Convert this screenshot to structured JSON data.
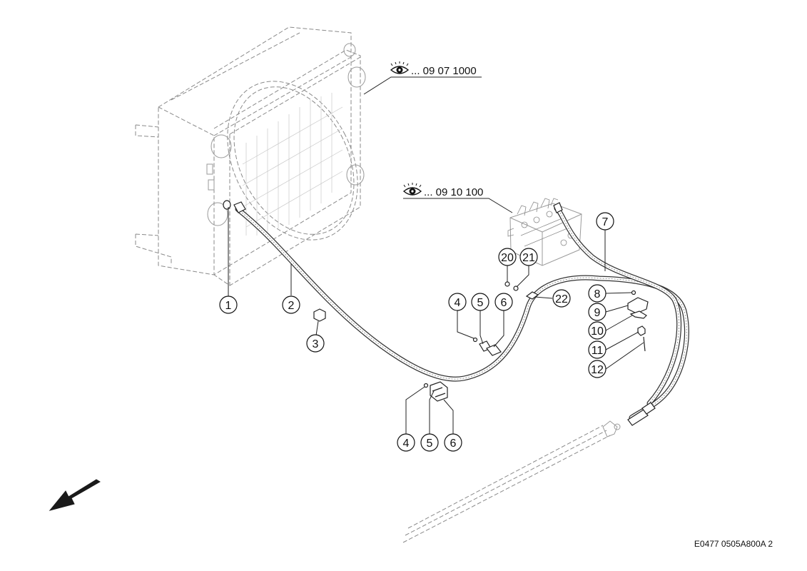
{
  "callouts": [
    {
      "id": "1",
      "label": "1"
    },
    {
      "id": "2",
      "label": "2"
    },
    {
      "id": "3",
      "label": "3"
    },
    {
      "id": "4a",
      "label": "4"
    },
    {
      "id": "5a",
      "label": "5"
    },
    {
      "id": "6a",
      "label": "6"
    },
    {
      "id": "4b",
      "label": "4"
    },
    {
      "id": "5b",
      "label": "5"
    },
    {
      "id": "6b",
      "label": "6"
    },
    {
      "id": "7",
      "label": "7"
    },
    {
      "id": "8",
      "label": "8"
    },
    {
      "id": "9",
      "label": "9"
    },
    {
      "id": "10",
      "label": "10"
    },
    {
      "id": "11",
      "label": "11"
    },
    {
      "id": "12",
      "label": "12"
    },
    {
      "id": "20",
      "label": "20"
    },
    {
      "id": "21",
      "label": "21"
    },
    {
      "id": "22",
      "label": "22"
    }
  ],
  "references": {
    "ref1": "... 09  07 1000",
    "ref2": "... 09 10 100"
  },
  "drawing_code": "E0477 0505A800A 2",
  "icons": {
    "reference": "eye-icon",
    "direction": "direction-arrow-icon"
  }
}
